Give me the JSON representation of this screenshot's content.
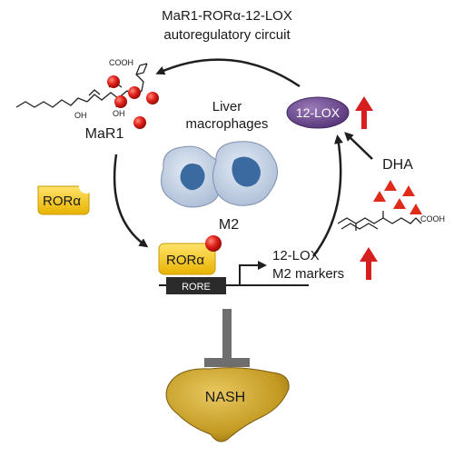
{
  "title": {
    "line1": "MaR1-RORα-12-LOX",
    "line2": "autoregulatory circuit"
  },
  "mar1": {
    "label": "MaR1",
    "cooh": "COOH",
    "oh1": "OH",
    "oh2": "OH"
  },
  "center": {
    "line1": "Liver",
    "line2": "macrophages",
    "m2": "M2"
  },
  "ror_free": {
    "label": "RORα"
  },
  "ror_bound": {
    "label": "RORα"
  },
  "rore": {
    "label": "RORE"
  },
  "targets": {
    "line1": "12-LOX",
    "line2": "M2 markers"
  },
  "lox": {
    "label": "12-LOX"
  },
  "dha": {
    "label": "DHA",
    "cooh": "COOH"
  },
  "liver": {
    "label": "NASH"
  },
  "colors": {
    "arrow": "#1f1f1f",
    "mar1_ball": "#e0201a",
    "ror_box": "#f5c400",
    "lox_ellipse": "#6f4a93",
    "up_arrow": "#d62020",
    "dha_triangle": "#e02a1a",
    "liver": "#c9a227",
    "macrophage": "#a9bdd8",
    "nucleus": "#3b6aa0",
    "inhibit": "#6e6e6e"
  }
}
